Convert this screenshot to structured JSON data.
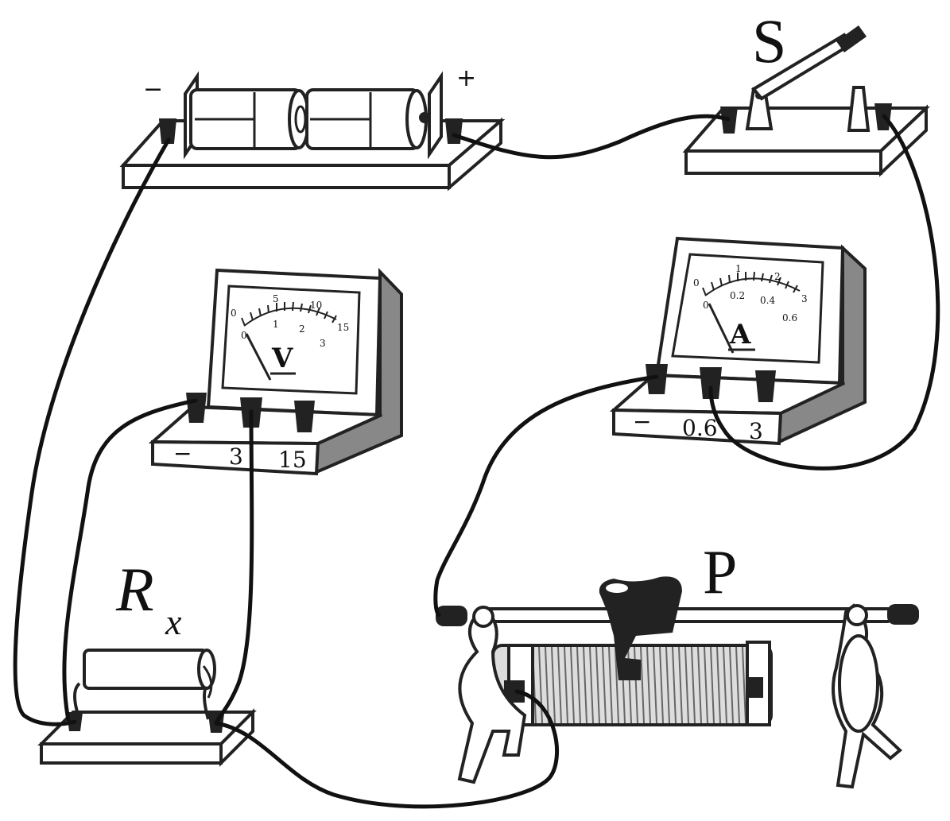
{
  "battery": {
    "neg_sign": "−",
    "pos_sign": "+"
  },
  "switch": {
    "label": "S"
  },
  "voltmeter": {
    "symbol": "V",
    "scale_upper": [
      "0",
      "5",
      "10",
      "15"
    ],
    "scale_lower": [
      "0",
      "1",
      "2",
      "3"
    ],
    "terminals": [
      "−",
      "3",
      "15"
    ]
  },
  "ammeter": {
    "symbol": "A",
    "scale_upper": [
      "0",
      "1",
      "2",
      "3"
    ],
    "scale_lower": [
      "0",
      "0.2",
      "0.4",
      "0.6"
    ],
    "terminals": [
      "−",
      "0.6",
      "3"
    ]
  },
  "resistor": {
    "label": "R",
    "subscript": "x"
  },
  "rheostat": {
    "label": "P"
  }
}
